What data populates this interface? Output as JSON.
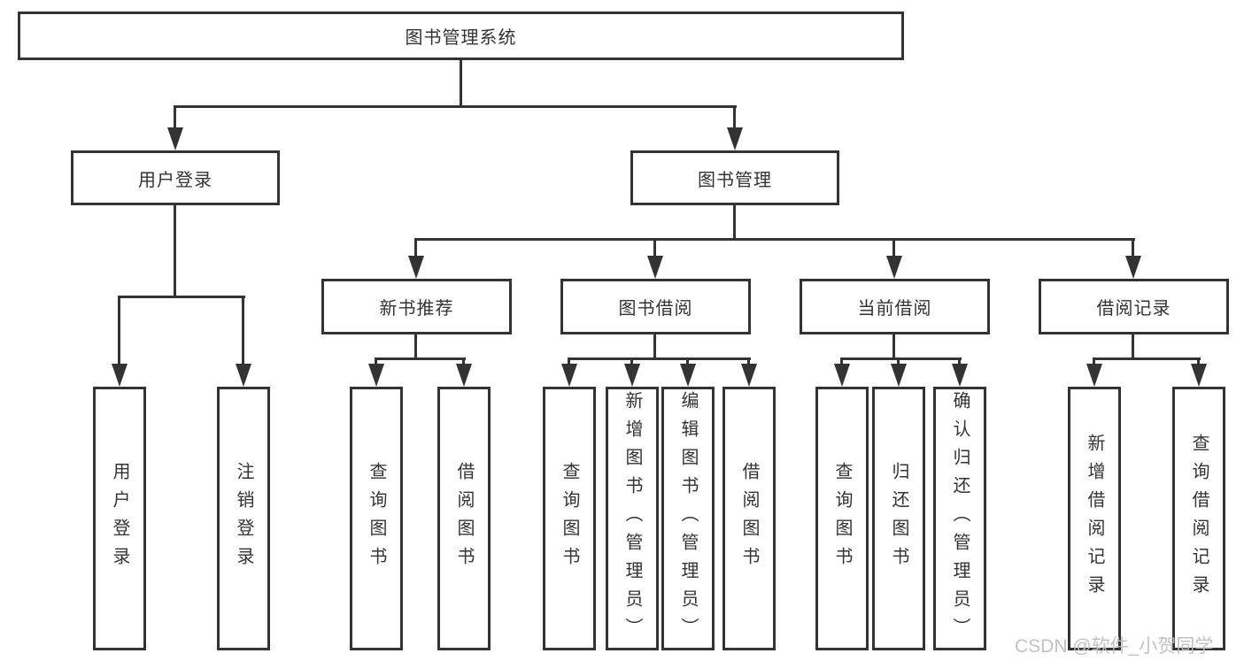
{
  "diagram": {
    "line_color": "#333333",
    "tree": {
      "label": "图书管理系统",
      "children": [
        {
          "label": "用户登录",
          "children": [
            {
              "label": "用户登录"
            },
            {
              "label": "注销登录"
            }
          ]
        },
        {
          "label": "图书管理",
          "children": [
            {
              "label": "新书推荐",
              "children": [
                {
                  "label": "查询图书"
                },
                {
                  "label": "借阅图书"
                }
              ]
            },
            {
              "label": "图书借阅",
              "children": [
                {
                  "label": "查询图书"
                },
                {
                  "label": "新增图书（管理员）"
                },
                {
                  "label": "编辑图书（管理员）"
                },
                {
                  "label": "借阅图书"
                }
              ]
            },
            {
              "label": "当前借阅",
              "children": [
                {
                  "label": "查询图书"
                },
                {
                  "label": "归还图书"
                },
                {
                  "label": "确认归还（管理员）"
                }
              ]
            },
            {
              "label": "借阅记录",
              "children": [
                {
                  "label": "新增借阅记录"
                },
                {
                  "label": "查询借阅记录"
                }
              ]
            }
          ]
        }
      ]
    },
    "watermark": "CSDN @软件_小贺同学"
  }
}
